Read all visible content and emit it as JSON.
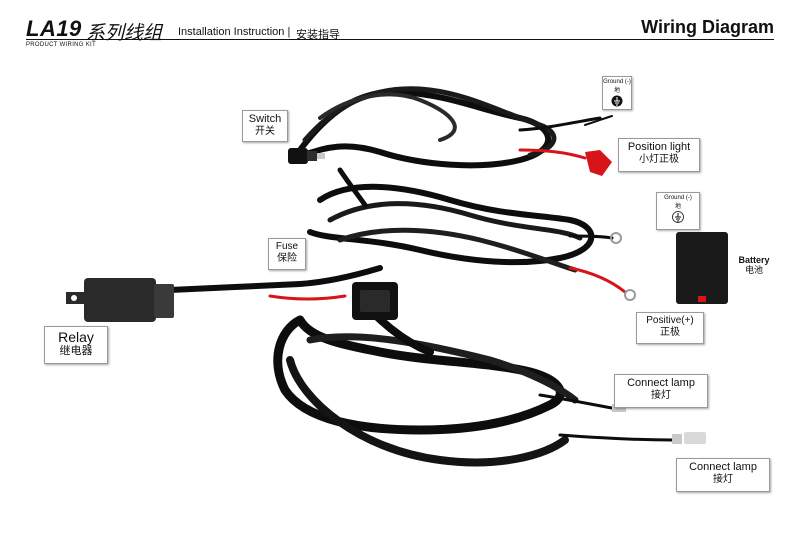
{
  "header": {
    "model": "LA19",
    "model_cn": "系列线组",
    "subtitle": "Installation Instruction |",
    "subtitle_cn": "安装指导",
    "kit": "PRODUCT WIRING KIT",
    "title": "Wiring Diagram"
  },
  "labels": {
    "switch": {
      "en": "Switch",
      "cn": "开关"
    },
    "position_light": {
      "en": "Position light",
      "cn": "小灯正极"
    },
    "ground_top": {
      "en": "Ground (-)",
      "cn": "地"
    },
    "ground_mid": {
      "en": "Ground (-)",
      "cn": "地"
    },
    "fuse": {
      "en": "Fuse",
      "cn": "保险"
    },
    "battery": {
      "en": "Battery",
      "cn": "电池"
    },
    "relay": {
      "en": "Relay",
      "cn": "继电器"
    },
    "positive": {
      "en": "Positive(+)",
      "cn": "正极"
    },
    "connect_lamp_1": {
      "en": "Connect lamp",
      "cn": "接灯"
    },
    "connect_lamp_2": {
      "en": "Connect lamp",
      "cn": "接灯"
    }
  },
  "colors": {
    "wire": "#0d0d0d",
    "wire_highlight": "#4a4a4a",
    "red_wire": "#d7141a",
    "relay_body": "#2a2a2a",
    "battery_body": "#1a1a1a",
    "terminal": "#c9c9c9"
  }
}
